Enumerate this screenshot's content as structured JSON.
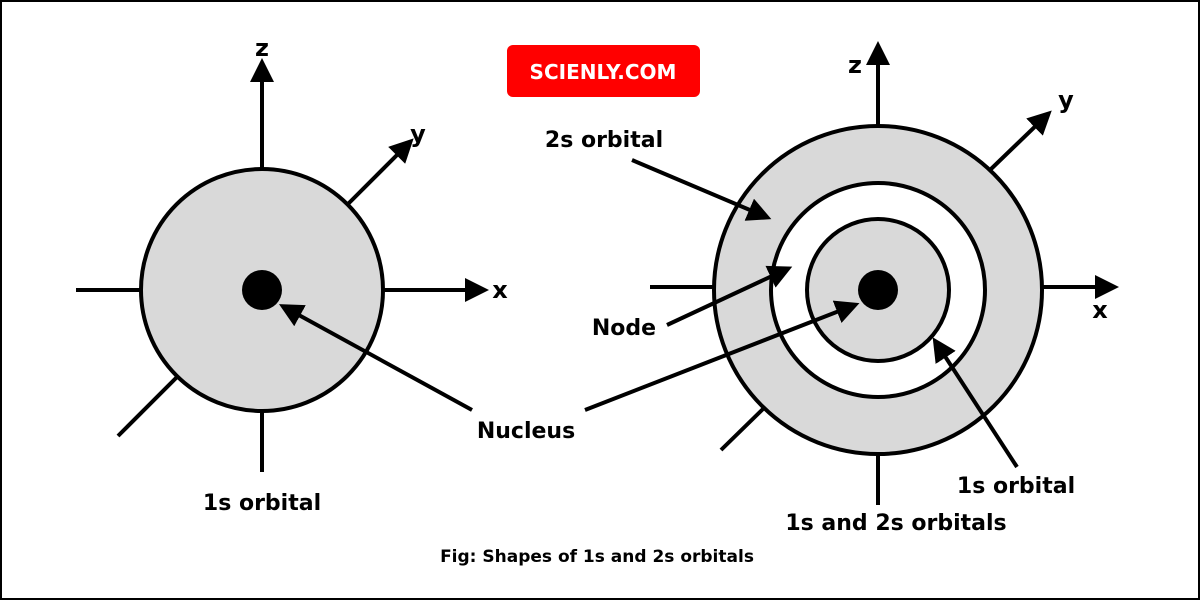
{
  "brand": {
    "label": "SCIENLY.COM",
    "color": "#ff0000"
  },
  "colors": {
    "orbital_fill": "#d9d9d9",
    "line": "#000000"
  },
  "left_diagram": {
    "axes": {
      "z": "z",
      "y": "y",
      "x": "x"
    },
    "label": "1s orbital"
  },
  "right_diagram": {
    "axes": {
      "z": "z",
      "y": "y",
      "x": "x"
    },
    "label": "1s and 2s orbitals",
    "callouts": {
      "orbital_2s": "2s orbital",
      "node": "Node",
      "orbital_1s": "1s orbital"
    }
  },
  "shared": {
    "nucleus": "Nucleus"
  },
  "caption": "Fig: Shapes of 1s and 2s orbitals"
}
